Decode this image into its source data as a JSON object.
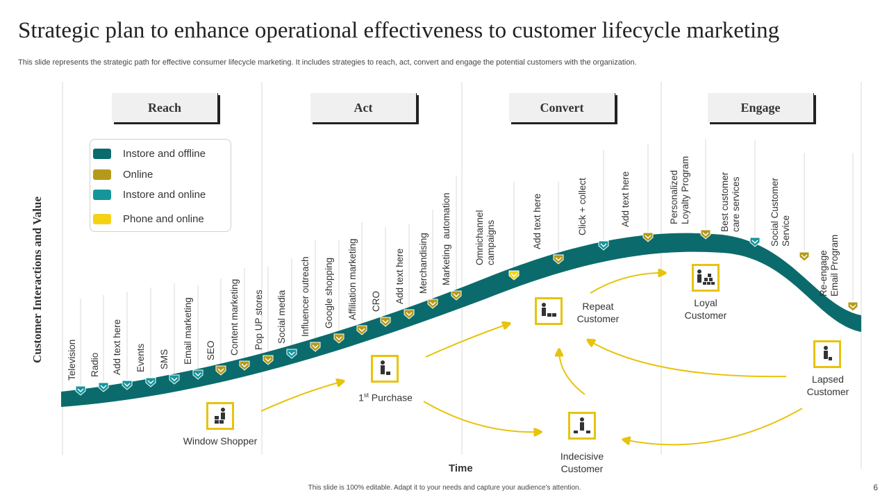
{
  "title": "Strategic plan to enhance operational effectiveness  to customer lifecycle marketing",
  "subtitle": "This slide represents the strategic path for effective  consumer lifecycle marketing. It includes strategies to reach, act, convert and engage the potential customers with the organization.",
  "phases": [
    "Reach",
    "Act",
    "Convert",
    "Engage"
  ],
  "legend": [
    {
      "label": "Instore and offline",
      "color": "#0b6b6c"
    },
    {
      "label": "Online",
      "color": "#b49a1a"
    },
    {
      "label": "Instore and online",
      "color": "#15969c"
    },
    {
      "label": "Phone and online",
      "color": "#f5d314"
    }
  ],
  "touchpoints": [
    {
      "label": "Television",
      "channel": "Instore and online"
    },
    {
      "label": "Radio",
      "channel": "Instore and online"
    },
    {
      "label": "Add text here",
      "channel": "Instore and online"
    },
    {
      "label": "Events",
      "channel": "Instore and online"
    },
    {
      "label": "SMS",
      "channel": "Instore and online"
    },
    {
      "label": "Email marketing",
      "channel": "Instore and online"
    },
    {
      "label": "SEO",
      "channel": "Online"
    },
    {
      "label": "Content marketing",
      "channel": "Online"
    },
    {
      "label": "Pop UP stores",
      "channel": "Online"
    },
    {
      "label": "Social media",
      "channel": "Instore and online"
    },
    {
      "label": "Influencer outreach",
      "channel": "Online"
    },
    {
      "label": "Google shopping",
      "channel": "Online"
    },
    {
      "label": "Affiliation marketing",
      "channel": "Online"
    },
    {
      "label": "CRO",
      "channel": "Online"
    },
    {
      "label": "Add text here",
      "channel": "Online"
    },
    {
      "label": "Merchandising",
      "channel": "Online"
    },
    {
      "label": "Marketing  automation",
      "channel": "Online"
    },
    {
      "label": "Omnichannel\ncampaigns",
      "channel": "Phone and online"
    },
    {
      "label": "Add text here",
      "channel": "Online"
    },
    {
      "label": "Click + collect",
      "channel": "Instore and online"
    },
    {
      "label": "Add text here",
      "channel": "Online"
    },
    {
      "label": "Personalized\nLoyalty Program",
      "channel": "Online"
    },
    {
      "label": "Best customer\ncare services",
      "channel": "Instore and online"
    },
    {
      "label": "Social Customer\nService",
      "channel": "Online"
    },
    {
      "label": "Re-engage\nEmail Program",
      "channel": "Online"
    }
  ],
  "personas": {
    "window_shopper": "Window Shopper",
    "first_purchase": "1",
    "first_purchase_sup": "st",
    "first_purchase_rest": " Purchase",
    "repeat_customer_1": "Repeat",
    "repeat_customer_2": "Customer",
    "loyal_customer_1": "Loyal",
    "loyal_customer_2": "Customer",
    "indecisive_customer_1": "Indecisive",
    "indecisive_customer_2": "Customer",
    "lapsed_customer_1": "Lapsed",
    "lapsed_customer_2": "Customer"
  },
  "y_axis_label": "Customer Interactions and Value",
  "x_axis_label": "Time",
  "footer": "This slide is 100% editable.  Adapt it to your needs and capture your audience's attention.",
  "page_number": "6",
  "colors": {
    "curve": "#0b6b6c",
    "arrow": "#e8c30b",
    "grid": "#d9d9d9"
  }
}
